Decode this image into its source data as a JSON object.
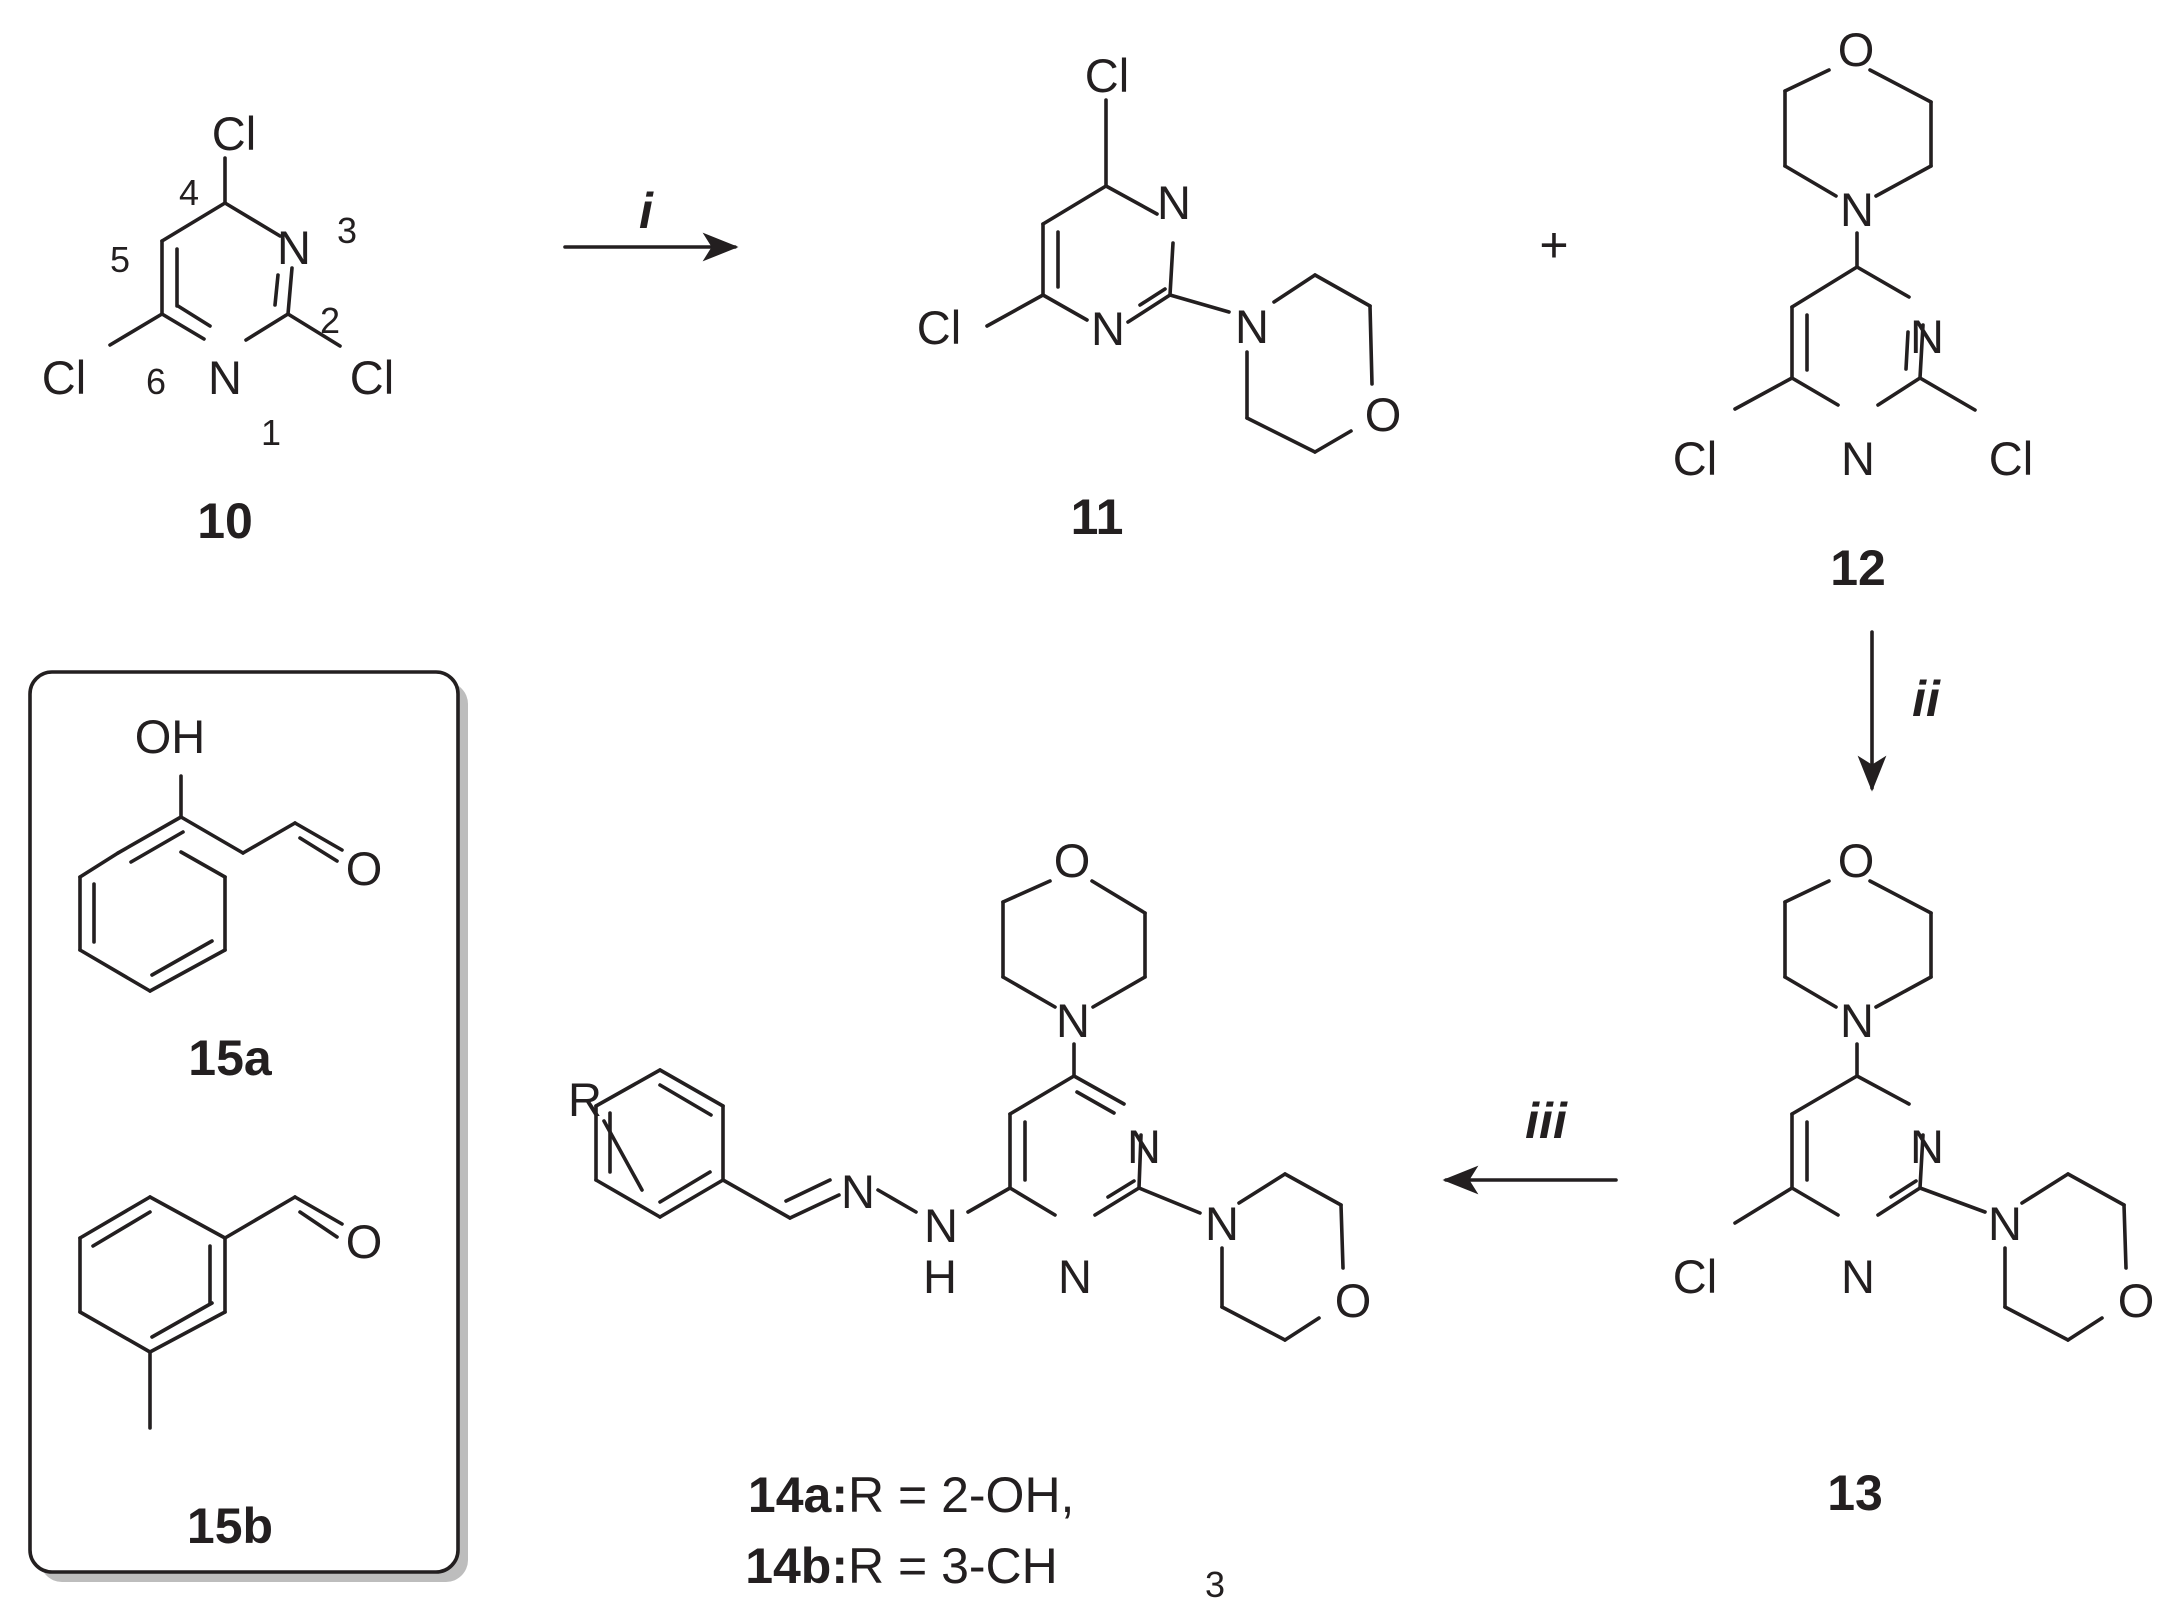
{
  "compounds": {
    "c10": {
      "label": "10",
      "numbering": [
        "1",
        "2",
        "3",
        "4",
        "5",
        "6"
      ]
    },
    "c11": {
      "label": "11"
    },
    "c12": {
      "label": "12"
    },
    "c13": {
      "label": "13"
    },
    "c14": {
      "line1": {
        "bold": "14a:",
        "text": " R = 2-OH,"
      },
      "line2": {
        "bold": "14b:",
        "text": " R = 3-CH",
        "sub": "3"
      }
    },
    "c15a": {
      "label": "15a"
    },
    "c15b": {
      "label": "15b"
    }
  },
  "atoms": {
    "cl": "Cl",
    "n": "N",
    "o": "O",
    "h": "H",
    "oh": "OH",
    "r": "R"
  },
  "plus": "+",
  "steps": {
    "i": "i",
    "ii": "ii",
    "iii": "iii"
  },
  "colors": {
    "ink": "#231f20",
    "box_shadow": "#bdbdbd"
  }
}
